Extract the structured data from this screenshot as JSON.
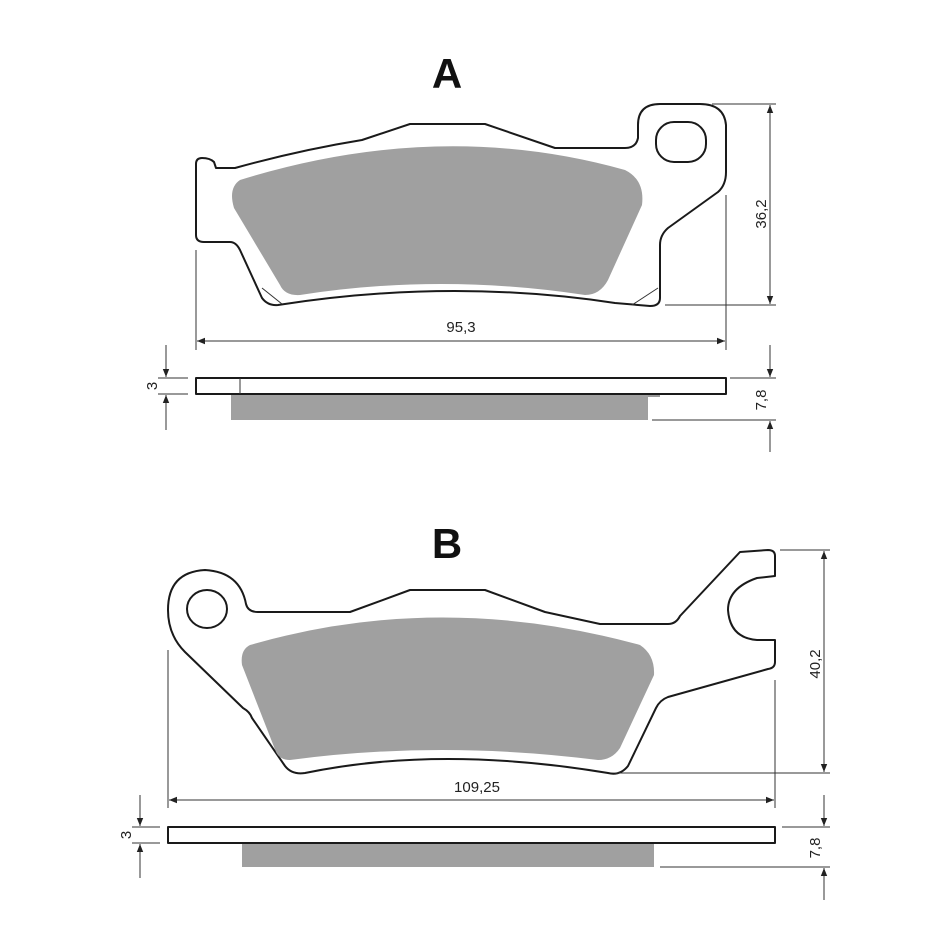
{
  "pads": [
    {
      "label": "A",
      "width": "95,3",
      "height": "36,2",
      "plate_thickness": "3",
      "total_thickness": "7,8"
    },
    {
      "label": "B",
      "width": "109,25",
      "height": "40,2",
      "plate_thickness": "3",
      "total_thickness": "7,8"
    }
  ],
  "colors": {
    "friction": "#a0a0a0",
    "outline": "#1a1a1a"
  }
}
